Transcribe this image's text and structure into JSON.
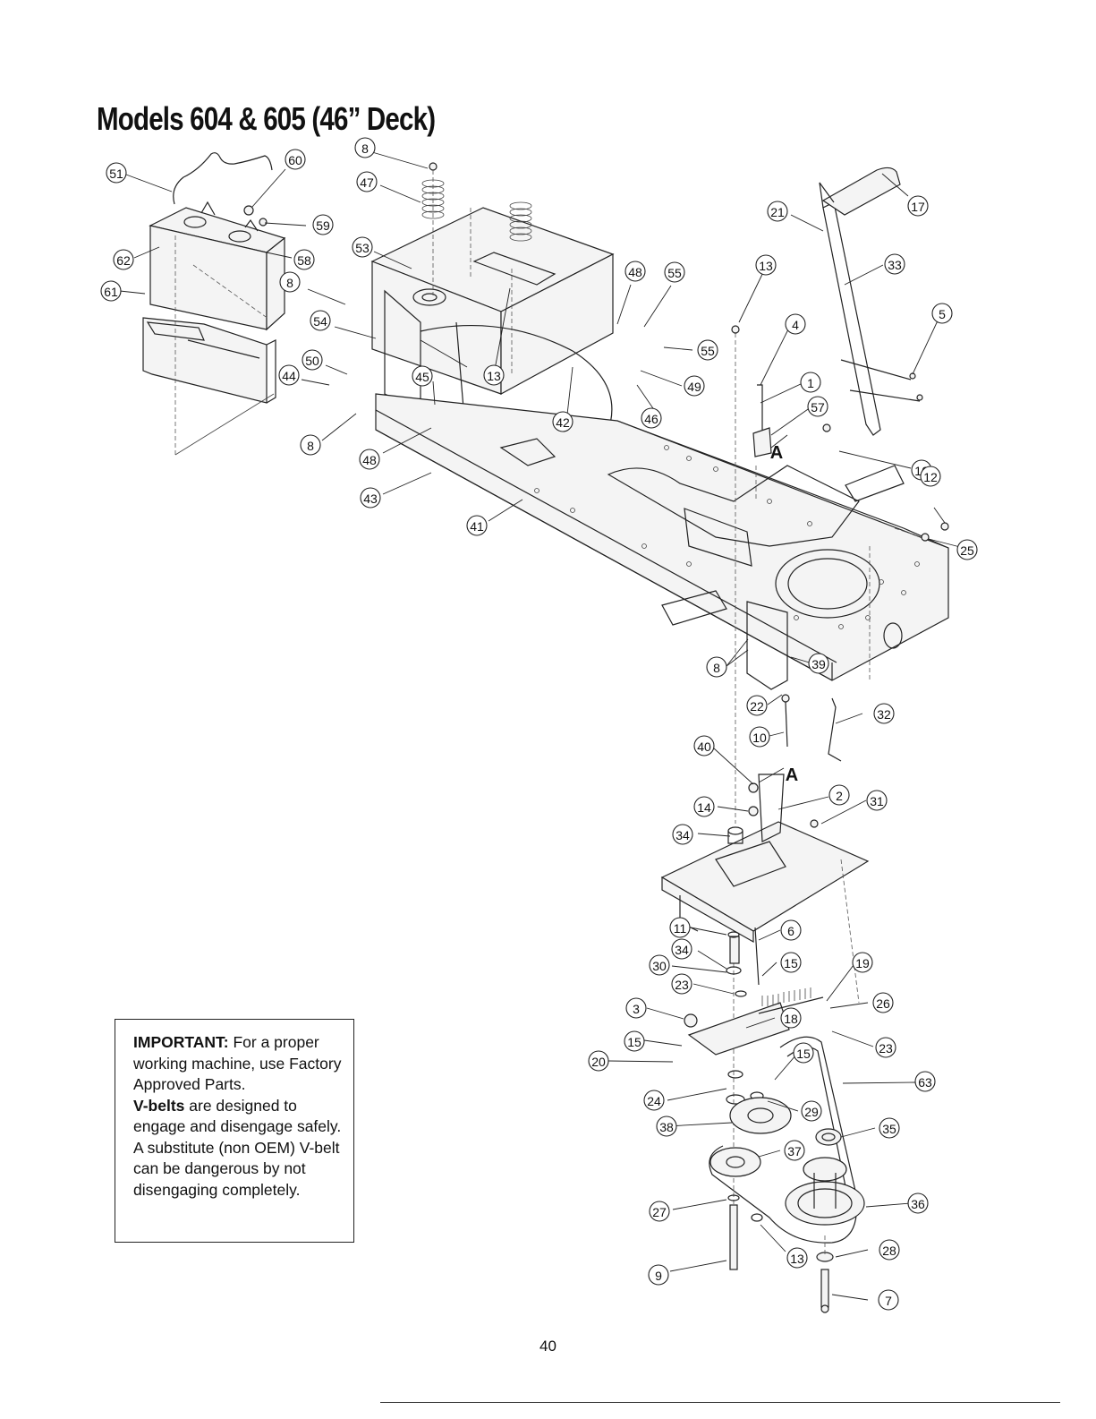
{
  "page": {
    "title": "Models 604 & 605 (46” Deck)",
    "page_number": "40"
  },
  "note": {
    "important_label": "IMPORTANT:",
    "important_text": " For a proper working machine, use Factory Approved Parts.",
    "vbelts_label": "V-belts",
    "vbelts_text": " are designed to engage and disengage safely. A substitute (non OEM) V-belt can be dangerous by not disengaging completely."
  },
  "reference_marks": [
    "A",
    "A"
  ],
  "callouts": [
    "51",
    "60",
    "8",
    "47",
    "59",
    "62",
    "58",
    "61",
    "53",
    "8",
    "54",
    "50",
    "44",
    "45",
    "13",
    "48",
    "55",
    "55",
    "49",
    "42",
    "46",
    "8",
    "48",
    "43",
    "41",
    "21",
    "17",
    "33",
    "13",
    "4",
    "5",
    "1",
    "57",
    "16",
    "12",
    "25",
    "8",
    "39",
    "22",
    "10",
    "32",
    "40",
    "2",
    "31",
    "14",
    "34",
    "11",
    "6",
    "34",
    "15",
    "30",
    "19",
    "23",
    "26",
    "3",
    "18",
    "15",
    "23",
    "20",
    "15",
    "63",
    "24",
    "29",
    "38",
    "35",
    "37",
    "36",
    "27",
    "13",
    "28",
    "9",
    "7"
  ]
}
